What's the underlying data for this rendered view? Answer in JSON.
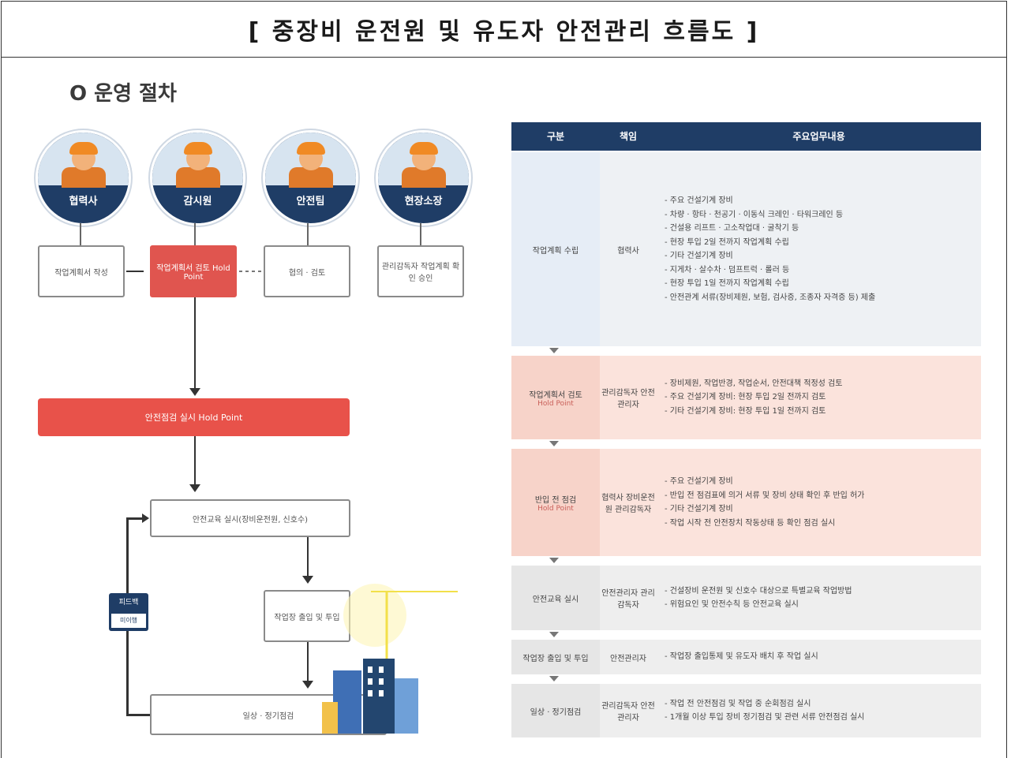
{
  "title": "[ 중장비 운전원 및 유도자 안전관리 흐름도 ]",
  "section": "O 운영 절차",
  "roles": [
    {
      "label": "협력사",
      "icon": "worker-laptop-icon"
    },
    {
      "label": "감시원",
      "icon": "inspector-icon"
    },
    {
      "label": "안전팀",
      "icon": "safety-team-icon"
    },
    {
      "label": "현장소장",
      "icon": "site-manager-icon"
    }
  ],
  "flow": {
    "step1": "작업계획서 작성",
    "step2": "작업계획서 검토 Hold Point",
    "step3": "협의 · 검토",
    "step4": "관리감독자 작업계획 확인 승인",
    "hold_bar": "안전점검 실시 Hold Point",
    "step5": "안전교육 실시(장비운전원, 신호수)",
    "step6": "작업장 출입 및 투입",
    "step7": "일상 · 정기점검",
    "feedback_top": "피드백",
    "feedback_bottom": "미이행"
  },
  "table": {
    "headers": [
      "구분",
      "책임",
      "주요업무내용"
    ],
    "rows": [
      {
        "c1": "작업계획 수립",
        "c1_sub": "",
        "c2": "협력사",
        "c3": [
          "- 주요 건설기계 장비",
          "- 차량 · 항타 · 천공기 · 이동식 크레인 · 타워크레인 등",
          "- 건설용 리프트 · 고소작업대 · 굴착기 등",
          "- 현장 투입 2일 전까지 작업계획 수립",
          "- 기타 건설기계 장비",
          "- 지게차 · 살수차 · 덤프트럭 · 롤러 등",
          "- 현장 투입 1일 전까지 작업계획 수립",
          "- 안전관계 서류(장비제원, 보험, 검사증, 조종자 자격증 등) 제출"
        ]
      },
      {
        "c1": "작업계획서 검토",
        "c1_sub": "Hold Point",
        "c2": "관리감독자 안전관리자",
        "c3": [
          "- 장비제원, 작업반경, 작업순서, 안전대책 적정성 검토",
          "- 주요 건설기계 장비: 현장 투입 2일 전까지 검토",
          "- 기타 건설기계 장비: 현장 투입 1일 전까지 검토"
        ]
      },
      {
        "c1": "반입 전 점검",
        "c1_sub": "Hold Point",
        "c2": "협력사 장비운전원 관리감독자",
        "c3": [
          "- 주요 건설기계 장비",
          "- 반입 전 점검표에 의거 서류 및 장비 상태 확인 후 반입 허가",
          "- 기타 건설기계 장비",
          "- 작업 시작 전 안전장치 작동상태 등 확인 점검 실시"
        ]
      },
      {
        "c1": "안전교육 실시",
        "c1_sub": "",
        "c2": "안전관리자 관리감독자",
        "c3": [
          "- 건설장비 운전원 및 신호수 대상으로 특별교육 작업방법",
          "- 위험요인 및 안전수칙 등 안전교육 실시"
        ]
      },
      {
        "c1": "작업장 출입 및 투입",
        "c1_sub": "",
        "c2": "안전관리자",
        "c3": [
          "- 작업장 출입통제 및 유도자 배치 후 작업 실시"
        ]
      },
      {
        "c1": "일상 · 정기점검",
        "c1_sub": "",
        "c2": "관리감독자 안전관리자",
        "c3": [
          "- 작업 전 안전점검 및 작업 중 순회점검 실시",
          "- 1개월 이상 투입 장비 정기점검 및 관련 서류 안전점검 실시"
        ]
      }
    ]
  },
  "colors": {
    "navy": "#1f3d66",
    "red": "#e8524a",
    "pink": "#fbe3dc",
    "blue_row": "#e9eef5",
    "gray_row": "#eeeeee"
  }
}
